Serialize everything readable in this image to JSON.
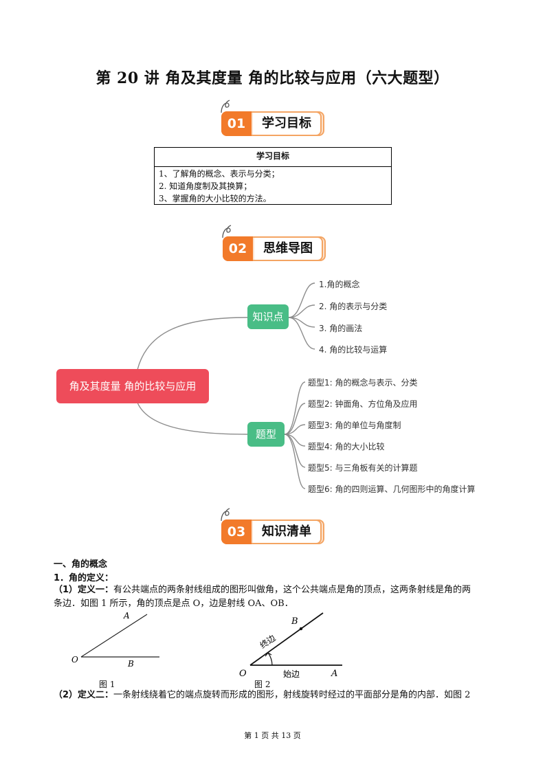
{
  "title": "第 20 讲  角及其度量  角的比较与应用（六大题型）",
  "sections": [
    {
      "num": "01",
      "label": "学习目标"
    },
    {
      "num": "02",
      "label": "思维导图"
    },
    {
      "num": "03",
      "label": "知识清单"
    }
  ],
  "objectives": {
    "header": "学习目标",
    "items": [
      "1、了解角的概念、表示与分类；",
      "2.    知道角度制及其换算；",
      "3、掌握角的大小比较的方法。"
    ]
  },
  "mindmap": {
    "root": "角及其度量 角的比较与应用",
    "branches": [
      {
        "label": "知识点",
        "color": "#49bd86",
        "leaves": [
          "1.角的概念",
          "2. 角的表示与分类",
          "3. 角的画法",
          "4. 角的比较与运算"
        ]
      },
      {
        "label": "题型",
        "color": "#49bd86",
        "leaves": [
          "题型1:  角的概念与表示、分类",
          "题型2:  钟面角、方位角及应用",
          "题型3:  角的单位与角度制",
          "题型4:  角的大小比较",
          "题型5:  与三角板有关的计算题",
          "题型6:  角的四则运算、几何图形中的角度计算"
        ]
      }
    ]
  },
  "content": {
    "heading1": "一、角的概念",
    "heading2": "1．角的定义：",
    "def1_label": "（1）定义一：",
    "def1_text": "有公共端点的两条射线组成的图形叫做角，这个公共端点是角的顶点，这两条射线是角的两",
    "def1_text2": "条边．如图 1 所示，角的顶点是点 O，边是射线 OA、OB．",
    "def2_label": "（2）定义二：",
    "def2_text": "一条射线绕着它的端点旋转而形成的图形，射线旋转时经过的平面部分是角的内部．如图 2"
  },
  "figure1": {
    "caption": "图 1",
    "labels": {
      "O": "O",
      "A": "A",
      "B": "B"
    }
  },
  "figure2": {
    "caption": "图 2",
    "labels": {
      "O": "O",
      "A": "A",
      "B": "B",
      "end_side": "终边",
      "start_side": "始边"
    }
  },
  "footer": "第  1  页  共  13  页"
}
